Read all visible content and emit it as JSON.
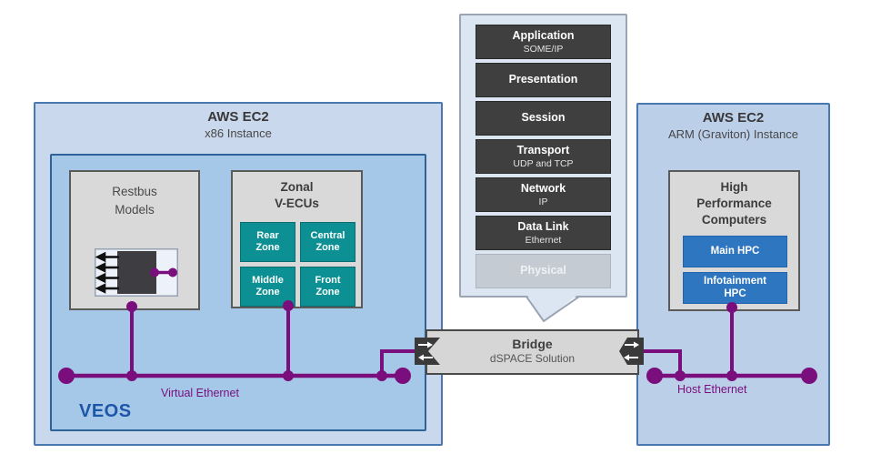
{
  "colors": {
    "ethernet_purple": "#7a0e7d",
    "veos_blue": "#1d55a8",
    "zone_teal": "#0d9093",
    "hpc_blue": "#2e76c0",
    "layer_dark": "#3f3f3f",
    "box_blue_light": "#c9d8ec",
    "box_blue_inner": "#a6c8e8",
    "component_gray": "#d9d9d9"
  },
  "icons": {
    "restbus_model": "ecu-chip-with-input-arrows-and-ethernet-stub",
    "bridge_left_port": "swallowtail-bidirectional-arrows-tap",
    "bridge_right_port": "left-arrow-bidirectional-arrows-tap",
    "callout_tail": "speech-bubble-pointer"
  },
  "left_box": {
    "title": "AWS EC2",
    "subtitle": "x86 Instance",
    "veos_label": "VEOS",
    "bus_label": "Virtual Ethernet",
    "restbus": {
      "title": "Restbus\nModels"
    },
    "zonal": {
      "title": "Zonal\nV-ECUs",
      "zones": [
        {
          "label": "Rear\nZone"
        },
        {
          "label": "Central\nZone"
        },
        {
          "label": "Middle\nZone"
        },
        {
          "label": "Front\nZone"
        }
      ]
    }
  },
  "osi_stack": {
    "layers": [
      {
        "name": "Application",
        "detail": "SOME/IP"
      },
      {
        "name": "Presentation",
        "detail": ""
      },
      {
        "name": "Session",
        "detail": ""
      },
      {
        "name": "Transport",
        "detail": "UDP and TCP"
      },
      {
        "name": "Network",
        "detail": "IP"
      },
      {
        "name": "Data Link",
        "detail": "Ethernet"
      },
      {
        "name": "Physical",
        "detail": ""
      }
    ]
  },
  "bridge": {
    "title": "Bridge",
    "subtitle": "dSPACE Solution"
  },
  "right_box": {
    "title": "AWS EC2",
    "subtitle": "ARM (Graviton) Instance",
    "bus_label": "Host Ethernet",
    "hpc": {
      "title": "High\nPerformance\nComputers",
      "items": [
        {
          "label": "Main HPC"
        },
        {
          "label": "Infotainment\nHPC"
        }
      ]
    }
  }
}
